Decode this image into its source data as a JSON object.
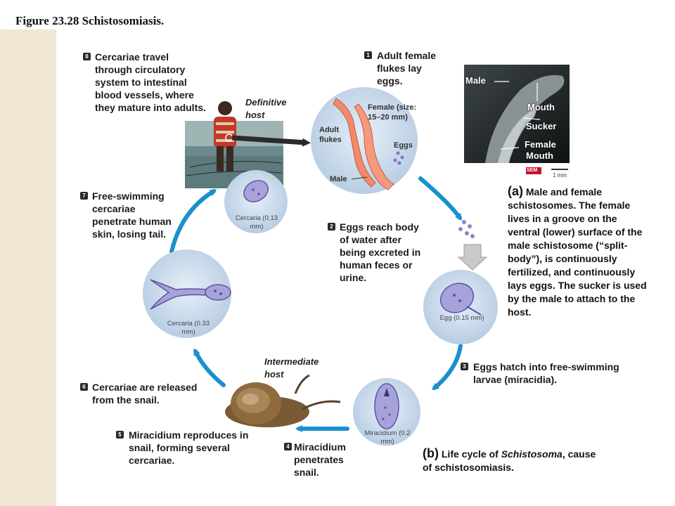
{
  "figure_title": "Figure 23.28 Schistosomiasis.",
  "steps": [
    {
      "num": "1",
      "text": "Adult female flukes lay eggs."
    },
    {
      "num": "2",
      "text": "Eggs reach body of water after being excreted in human feces or urine."
    },
    {
      "num": "3",
      "text": "Eggs hatch into free-swimming larvae (miracidia)."
    },
    {
      "num": "4",
      "text": "Miracidium penetrates snail."
    },
    {
      "num": "5",
      "text": "Miracidium reproduces in snail, forming several cercariae."
    },
    {
      "num": "6",
      "text": "Cercariae are released from the snail."
    },
    {
      "num": "7",
      "text": "Free-swimming cercariae penetrate human skin, losing tail."
    },
    {
      "num": "8",
      "text": "Cercariae travel through circulatory system to intestinal blood vessels, where they mature into adults."
    }
  ],
  "hosts": {
    "definitive": "Definitive host",
    "intermediate": "Intermediate host"
  },
  "fluke_labels": {
    "adult": "Adult flukes",
    "female": "Female (size: 15–20 mm)",
    "eggs": "Eggs",
    "male": "Male"
  },
  "stage_labels": {
    "egg": "Egg (0.15 mm)",
    "miracidium": "Miracidium (0.2 mm)",
    "cercaria_large": "Cercaria (0.33 mm)",
    "cercaria_small": "Cercaria (0.13 mm)"
  },
  "sem_labels": {
    "male": "Male",
    "mouth": "Mouth",
    "sucker": "Sucker",
    "female": "Female",
    "female_mouth": "Mouth",
    "sem": "SEM",
    "scale": "1 mm"
  },
  "caption_a": {
    "letter": "(a)",
    "text": "Male and female schistosomes. The female lives in a groove on the ventral (lower) surface of the male schistosome (“split-body”), is continuously fertilized, and continuously lays eggs. The sucker is used by the male to attach to the host."
  },
  "caption_b": {
    "letter": "(b)",
    "text_pre": "Life cycle of ",
    "italic": "Schistosoma",
    "text_post": ", cause of schistosomiasis."
  },
  "colors": {
    "arrow": "#1a8fd0",
    "circle_fill": "#c9dcee",
    "fluke": "#f08a6a",
    "larva": "#a7a3da",
    "background_strip": "#efe7d3"
  }
}
